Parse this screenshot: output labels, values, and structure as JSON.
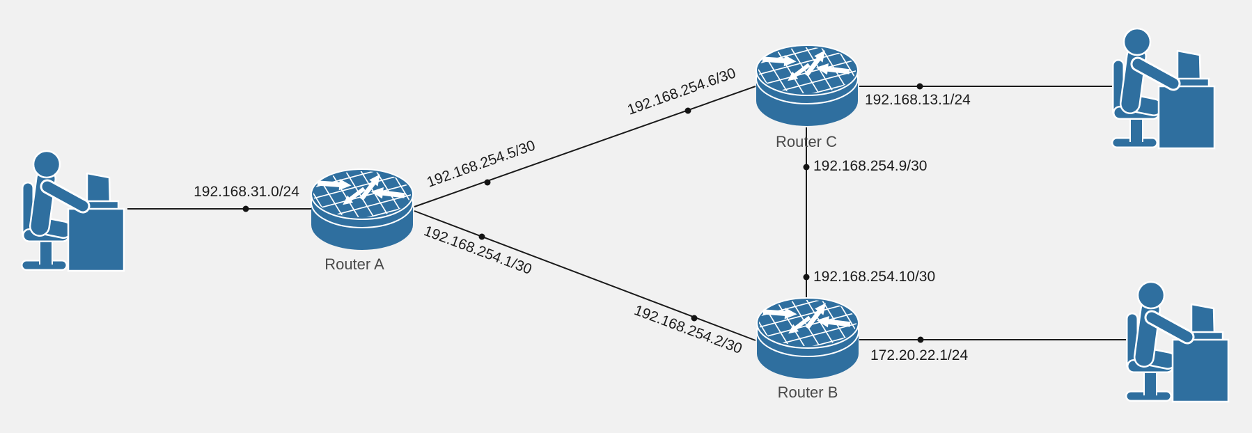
{
  "diagram": {
    "background_color": "#f1f1f1",
    "icon_color": "#2f6f9f",
    "line_color": "#1a1a1a"
  },
  "routers": {
    "a": {
      "label": "Router A"
    },
    "b": {
      "label": "Router B"
    },
    "c": {
      "label": "Router C"
    }
  },
  "ip_labels": {
    "lan_left": "192.168.31.0/24",
    "a_to_c_near_a": "192.168.254.5/30",
    "a_to_c_near_c": "192.168.254.6/30",
    "a_to_b_near_a": "192.168.254.1/30",
    "a_to_b_near_b": "192.168.254.2/30",
    "c_to_b_near_c": "192.168.254.9/30",
    "c_to_b_near_b": "192.168.254.10/30",
    "lan_top_right": "192.168.13.1/24",
    "lan_bottom_right": "172.20.22.1/24"
  }
}
